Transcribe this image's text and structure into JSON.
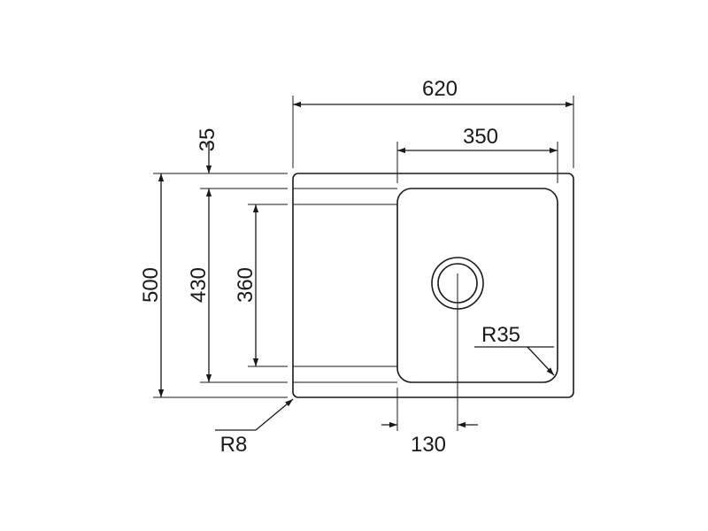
{
  "dimensions": {
    "total_width": "620",
    "bowl_width": "350",
    "top_offset": "35",
    "total_depth": "500",
    "drainer_depth": "430",
    "bowl_depth": "360",
    "drain_offset": "130",
    "bowl_radius": "R35",
    "corner_radius": "R8"
  },
  "colors": {
    "line": "#1a1a1a",
    "background": "#ffffff"
  }
}
